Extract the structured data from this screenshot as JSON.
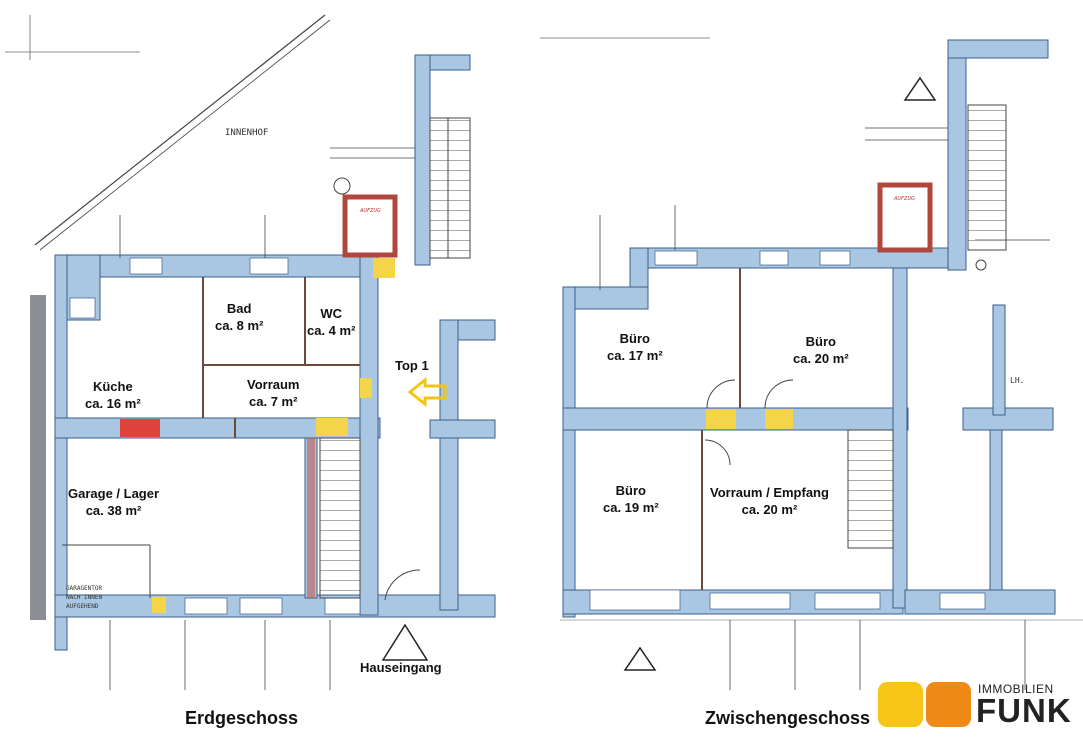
{
  "plans": [
    {
      "caption": "Erdgeschoss",
      "rooms": [
        {
          "name": "Bad",
          "area": "ca. 8 m²"
        },
        {
          "name": "WC",
          "area": "ca. 4 m²"
        },
        {
          "name": "Küche",
          "area": "ca. 16 m²"
        },
        {
          "name": "Vorraum",
          "area": "ca. 7 m²"
        },
        {
          "name": "Garage / Lager",
          "area": "ca. 38 m²"
        }
      ],
      "labels": {
        "unit": "Top 1",
        "entrance": "Hauseingang",
        "courtyard": "INNENHOF",
        "elevator": "AUFZUG",
        "garage_note_1": "GARAGENTOR",
        "garage_note_2": "NACH INNEN",
        "garage_note_3": "AUFGEHEND"
      }
    },
    {
      "caption": "Zwischengeschoss",
      "rooms": [
        {
          "name": "Büro",
          "area": "ca. 17 m²"
        },
        {
          "name": "Büro",
          "area": "ca. 20 m²"
        },
        {
          "name": "Büro",
          "area": "ca. 19 m²"
        },
        {
          "name": "Vorraum / Empfang",
          "area": "ca. 20 m²"
        }
      ],
      "labels": {
        "elevator": "AUFZUG",
        "lh": "LH."
      }
    }
  ],
  "logo": {
    "small_text": "IMMOBILIEN",
    "big_text": "FUNK"
  },
  "colors": {
    "wall": "#a9c7e3",
    "wall_stroke": "#3a5f8a",
    "yellow": "#f4d54a",
    "red": "#e0423c",
    "elevator": "#b0463c",
    "arrow": "#f2c414",
    "logo_yellow": "#f7c515",
    "logo_orange": "#ef8a17"
  }
}
